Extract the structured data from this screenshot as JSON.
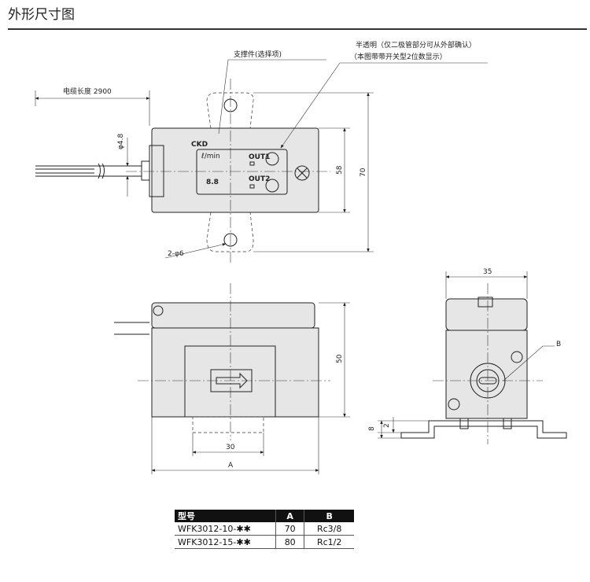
{
  "title": "外形尺寸图",
  "annotations": {
    "bracket": "支撑件(选择项)",
    "translucent_1": "半透明（仅二极管部分可从外部确认）",
    "translucent_2": "（本图带带开关型2位数显示）",
    "cable_length": "电缆长度  2900",
    "cable_dia": "φ4.8",
    "holes": "2-φ6",
    "brand": "CKD",
    "out1": "OUT1",
    "out2": "OUT2",
    "unit": "ℓ/min",
    "display": "8.8"
  },
  "dimensions": {
    "d58": "58",
    "d70": "70",
    "d50": "50",
    "d30": "30",
    "dA": "A",
    "d35": "35",
    "dB": "B",
    "d8": "8",
    "d2": "2"
  },
  "table": {
    "headers": [
      "型号",
      "A",
      "B"
    ],
    "rows": [
      [
        "WFK3012-10-✱✱",
        "70",
        "Rc3/8"
      ],
      [
        "WFK3012-15-✱✱",
        "80",
        "Rc1/2"
      ]
    ]
  }
}
